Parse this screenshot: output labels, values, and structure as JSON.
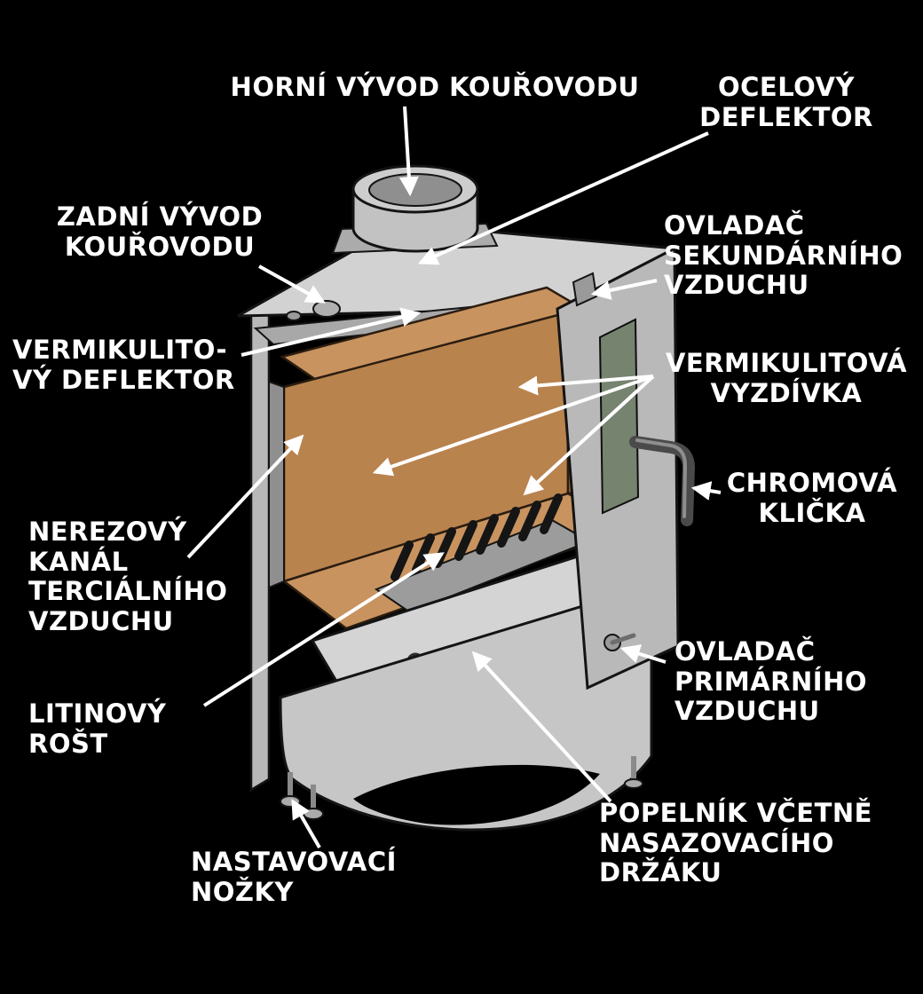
{
  "diagram": {
    "background": "#000000",
    "text_color": "#ffffff",
    "arrow_color": "#ffffff",
    "labels": {
      "horni_vyvod": {
        "text": "HORNÍ VÝVOD KOUŘOVODU"
      },
      "ocelovy_deflektor": {
        "text": "OCELOVÝ\nDEFLEKTOR"
      },
      "zadni_vyvod": {
        "text": "ZADNÍ VÝVOD\nKOUŘOVODU"
      },
      "ovladac_sekundarniho": {
        "text": "OVLADAČ\nSEKUNDÁRNÍHO\nVZDUCHU"
      },
      "vermikulitovy_deflektor": {
        "text": "VERMIKULITO-\nVÝ DEFLEKTOR"
      },
      "vermikulitova_vyzdivka": {
        "text": "VERMIKULITOVÁ\nVYZDÍVKA"
      },
      "chromova_klicka": {
        "text": "CHROMOVÁ\nKLIČKA"
      },
      "nerezovy_kanal": {
        "text": "NEREZOVÝ\nKANÁL\nTERCIÁLNÍHO\nVZDUCHU"
      },
      "ovladac_primarniho": {
        "text": "OVLADAČ\nPRIMÁRNÍHO\nVZDUCHU"
      },
      "litinovy_rost": {
        "text": "LITINOVÝ\nROŠT"
      },
      "popelnik": {
        "text": "POPELNÍK VČETNĚ\nNASAZOVACÍHO\nDRŽÁKU"
      },
      "nastavovaci_nozky": {
        "text": "NASTAVOVACÍ\nNOŽKY"
      }
    },
    "colors": {
      "stove_body": "#c6c6c6",
      "vermiculite": "#c9935f",
      "glass": "#76836f",
      "grate": "#151515"
    }
  }
}
